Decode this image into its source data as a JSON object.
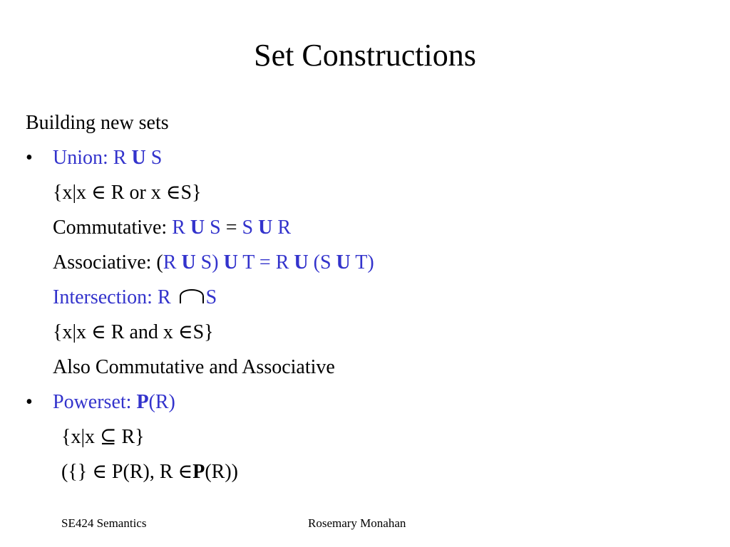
{
  "slide": {
    "title": "Set Constructions",
    "intro": "Building new sets",
    "bullet_char": "•",
    "union": {
      "label": "Union: R ",
      "op": "U",
      "tail": " S",
      "definition": "{x|x ∈ R or x ∈S}",
      "commutative_label": "Commutative: ",
      "commutative_formula": [
        "R ",
        "U",
        " S",
        " = ",
        "S ",
        "U",
        " R"
      ],
      "associative_label": "Associative: ",
      "associative_formula": [
        "(",
        "R ",
        "U",
        " S) ",
        "U",
        " T =  ",
        "R ",
        "U",
        " (S ",
        "U",
        " T)"
      ]
    },
    "intersection": {
      "label": "Intersection: R ",
      "tail": "S",
      "definition": "{x|x ∈ R and x ∈S}",
      "note": "Also Commutative and Associative"
    },
    "powerset": {
      "label": "Powerset: ",
      "op": "P",
      "tail": "(R)",
      "definition": "{x|x ⊆ R}",
      "example_1": "({} ∈  P(R), R ∈",
      "example_op": "P",
      "example_2": "(R))"
    }
  },
  "footer": {
    "course": "SE424 Semantics",
    "author": "Rosemary Monahan"
  },
  "colors": {
    "accent": "#3333cc",
    "text": "#000000",
    "background": "#ffffff"
  }
}
